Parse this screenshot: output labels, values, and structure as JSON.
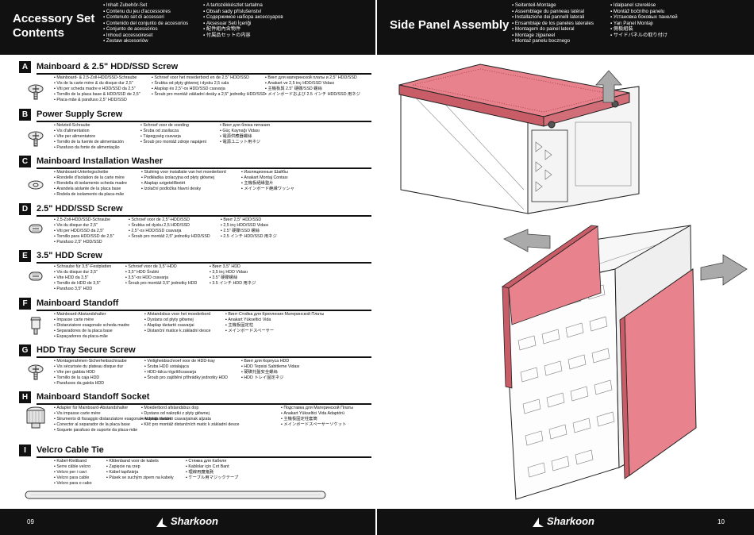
{
  "left": {
    "title_line1": "Accessory Set",
    "title_line2": "Contents",
    "langs_col1": [
      "Inhalt Zubehör-Set",
      "Contenu du jeu d'accessoires",
      "Contenuto set di accessori",
      "Contenido del conjunto de accesorios",
      "Conjunto de acessórios",
      "Inhoud accessoireset",
      "Zestaw akcesoriów"
    ],
    "langs_col2": [
      "A tartozékkészlet tartalma",
      "Obsah sady příslušenství",
      "Содержимое набора аксессуаров",
      "Aksesuar Seti İçeriği",
      "配件組內含物件",
      "付属品セットの内容"
    ],
    "page_number": "09",
    "sections": [
      {
        "letter": "A",
        "title": "Mainboard & 2.5\" HDD/SSD Screw",
        "col1": [
          "Mainboard- & 2,5-Zoll-HDD/SSD-Schraube",
          "Vis de la carte mère & du disque dur 2,5\"",
          "Viti per scheda madre e HDD/SSD da 2,5\"",
          "Tornillo de la placa base & HDD/SSD de 2,5\"",
          "Placa-mãe & parafuso 2,5\" HDD/SSD"
        ],
        "col2": [
          "Schroef voor het moederbord en de 2,5\" HDD/SSD",
          "Śrubka od płyty głównej i dysku 2,5 cala",
          "Alaplap és 2,5\"-os HDD/SSD csavarja",
          "Šroub pro montáž základní desky a 2,5\" jednotky HDD/SSD"
        ],
        "col3": [
          "Винт для материнской платы и 2,5\" HDD/SSD",
          "Anakart ve 2,5 inç HDD/SSD Vidası",
          "主機板與 2.5\" 硬碟/SSD 螺絲",
          "メインボードおよび 2.5 インチ HDD/SSD 用ネジ"
        ]
      },
      {
        "letter": "B",
        "title": "Power Supply Screw",
        "col1": [
          "Netzteil-Schraube",
          "Vis d'alimentation",
          "Vite per alimentatore",
          "Tornillo de la fuente de alimentación",
          "Parafuso da fonte de alimentação"
        ],
        "col2": [
          "Schroef voor de voeding",
          "Śruba od zasilacza",
          "Tápegység csavarja",
          "Šroub pro montáž zdroje napájení"
        ],
        "col3": [
          "Винт для блока питания",
          "Güç Kaynağı Vidası",
          "電源供應器螺絲",
          "電源ユニット用ネジ"
        ]
      },
      {
        "letter": "C",
        "title": "Mainboard Installation Washer",
        "col1": [
          "Mainboard-Unterlegscheibe",
          "Rondelle d'isolation de la carte mère",
          "Rondella di isolamento scheda madre",
          "Arandela aislante de la placa base",
          "Rodela de isolamento da placa-mãe"
        ],
        "col2": [
          "Sluitring voor installatie van het moederbord",
          "Podkładka izolacyjna od płyty głównej",
          "Alaplap szigetelőbetét",
          "Izolační podložka hlavní desky"
        ],
        "col3": [
          "Изоляционные Шайбы",
          "Anakart Montaj Contası",
          "主機板絕緣墊片",
          "メインボード絶縁ワッシャ"
        ]
      },
      {
        "letter": "D",
        "title": "2.5\" HDD/SSD Screw",
        "col1": [
          "2,5-Zoll-HDD/SSD-Schraube",
          "Vis du disque dur 2,5\"",
          "Viti per HDD/SSD da 2,5\"",
          "Tornillo para HDD/SSD de 2,5\"",
          "Parafuso 2,5\" HDD/SSD"
        ],
        "col2": [
          "Schroef voor de 2,5\"-HDD/SSD",
          "Śrubka od dysku 2,5 HDD/SSD",
          "2,5\"-os HDD/SSD csavarja",
          "Šroub pro montáž 2,5\" jednotky HDD/SSD"
        ],
        "col3": [
          "Винт 2,5\" HDD/SSD",
          "2,5 inç HDD/SSD Vidası",
          "2.5\" 硬碟/SSD 螺絲",
          "2.5 インチ HDD/SSD 用ネジ"
        ]
      },
      {
        "letter": "E",
        "title": "3.5\" HDD Screw",
        "col1": [
          "Schraube für 3,5\"-Festplatten",
          "Vis du disque dur 3,5\"",
          "Vite HDD da 3,5\"",
          "Tornillo de HDD de 3,5\"",
          "Parafuso 3,5\" HDD"
        ],
        "col2": [
          "Schroef voor de 3,5\"-HDD",
          "3,5\" HDD Śrubki",
          "3,5\"-os HDD csavarja",
          "Šroub pro montáž 3,5\" jednotky HDD"
        ],
        "col3": [
          "Винт 3,5\" HDD",
          "3,5 inç HDD Vidası",
          "3.5\" 硬碟螺絲",
          "3.5 インチ HDD 用ネジ"
        ]
      },
      {
        "letter": "F",
        "title": "Mainboard Standoff",
        "col1": [
          "Mainboard-Abstandshalter",
          "Impasse carte mère",
          "Distanziatore esagonale scheda madre",
          "Separadores de la placa base",
          "Espaçadores da placa-mãe"
        ],
        "col2": [
          "Afstandsbus voor het moederbord",
          "Dystans od płyty głównej",
          "Alaplap távtartó csavarjai",
          "Distanční matice k základní desce"
        ],
        "col3": [
          "Винт-Стойка для Крепления Материнской Платы",
          "Anakart Yükseltici Vida",
          "主機板固定柱",
          "メインボードスペーサー"
        ]
      },
      {
        "letter": "G",
        "title": "HDD Tray Secure Screw",
        "col1": [
          "Montagerahmen-Sicherheitsschraube",
          "Vis sécurisée du plateau disque dur",
          "Vite per gabbia HDD",
          "Tornillo de la caja HDD",
          "Parafusos da gaiola HDD"
        ],
        "col2": [
          "Veiligheidsschroef voor de HDD-tray",
          "Śruba HDD ustalająca",
          "HDD-tálca rögzítőcsavarja",
          "Šroub pro zajištění přihrádky jednotky HDD"
        ],
        "col3": [
          "Винт для Корпуса HDD",
          "HDD Tepsisi Sabitleme Vidası",
          "硬碟托盤安全螺絲",
          "HDD トレイ固定ネジ"
        ]
      },
      {
        "letter": "H",
        "title": "Mainboard Standoff Socket",
        "col1": [
          "Adapter für Mainboard-Abstandshalter",
          "Vis impasse carte mère",
          "Strumento di fissaggio distanziatore esagonale scheda madre",
          "Conector al separador de la placa base",
          "Soquete parafuso de suporte da placa-mãe"
        ],
        "col2": [
          "Moederbord afstandsbus dop",
          "Dystans od nakrętki z płyty głównej",
          "Alaplap távtartó csavarjainak aljzata",
          "Klíč pro montáž distančních matic k základní desce"
        ],
        "col3": [
          "Подставка для Материнской Платы",
          "Anakart Yükseltici Vida Adaptörü",
          "主機板固定柱套筒",
          "メインボードスペーサーソケット"
        ]
      },
      {
        "letter": "I",
        "title": "Velcro Cable Tie",
        "col1": [
          "Kabel-Klettband",
          "Serre câble velcro",
          "Velcro per i cavi",
          "Velcro para cable",
          "Velcro para o cabo"
        ],
        "col2": [
          "Klittenband voor de kabels",
          "Zapięcie na rzep",
          "Kábel tapőzárja",
          "Pásek se suchým zipem na kabely"
        ],
        "col3": [
          "Стяжка для Кабеля",
          "Kablolar için Cırt Bant",
          "理線用魔鬼氈",
          "ケーブル用マジックテープ"
        ]
      }
    ]
  },
  "right": {
    "title": "Side Panel Assembly",
    "langs_col1": [
      "Seitenteil-Montage",
      "Assemblage du panneau latéral",
      "Installazione dei pannelli laterali",
      "Ensamblaje de los paneles laterales",
      "Montagem do painel lateral",
      "Montage zijpaneel",
      "Montaż panelu bocznego"
    ],
    "langs_col2": [
      "Idalpanel szerelése",
      "Montáž bočního panelu",
      "Установка боковых панелей",
      "Yan Panel Montajı",
      "側板組裝",
      "サイドパネルの取り付け"
    ],
    "page_number": "10"
  },
  "brand": "Sharkoon",
  "colors": {
    "panel": "#e8828c",
    "panel_dark": "#c85c67",
    "arrow": "#999999",
    "ink": "#111111"
  }
}
